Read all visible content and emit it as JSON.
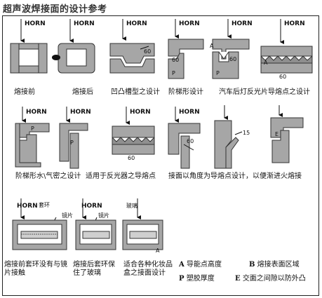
{
  "title": "超声波焊接面的设计参考",
  "horn": "HORN",
  "labels": {
    "sixty": "60",
    "fifteen": "15",
    "a": "A",
    "b": "B",
    "p": "P",
    "e": "E",
    "ring": "套环",
    "lens": "镜片",
    "glass": "玻璃"
  },
  "captions": {
    "c1": "熔接前",
    "c2": "熔接后",
    "c3": "凹凸槽型之设计",
    "c4": "阶梯形设计",
    "c5": "汽车后灯反光片导熔点之设计",
    "c6": "阶梯形水\\气密之设计",
    "c7": "适用于反光器之导熔点",
    "c8": "接面以角度为导熔点设计，以便渐进火熔接",
    "c9": "熔接前套环没有与镜片接触",
    "c10": "熔接后套环保住了玻璃",
    "c11": "适合各种化妆品盒之接面设计"
  },
  "legend": [
    {
      "key": "A",
      "text": "导能点高度"
    },
    {
      "key": "B",
      "text": "熔接表面区域"
    },
    {
      "key": "P",
      "text": "塑胶厚度"
    },
    {
      "key": "E",
      "text": "交面之间隙以防外凸"
    }
  ]
}
